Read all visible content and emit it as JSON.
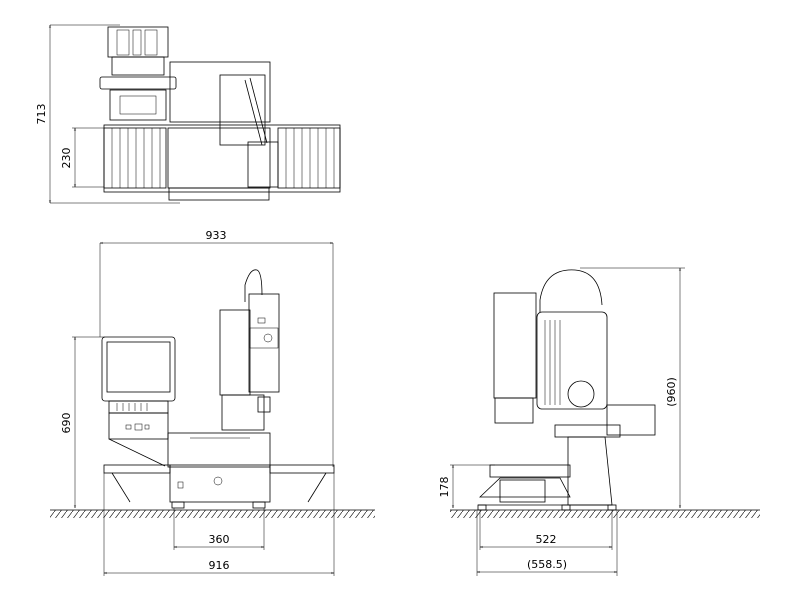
{
  "dimensions": {
    "top_view": {
      "overall_depth": "713",
      "tray_depth": "230"
    },
    "front_view": {
      "overall_width": "933",
      "height": "690",
      "foot_span": "360",
      "base_width": "916"
    },
    "side_view": {
      "overall_height": "(960)",
      "tray_height": "178",
      "foot_span": "522",
      "base_depth": "(558.5)"
    }
  },
  "colors": {
    "line": "#000000",
    "background": "#ffffff"
  }
}
